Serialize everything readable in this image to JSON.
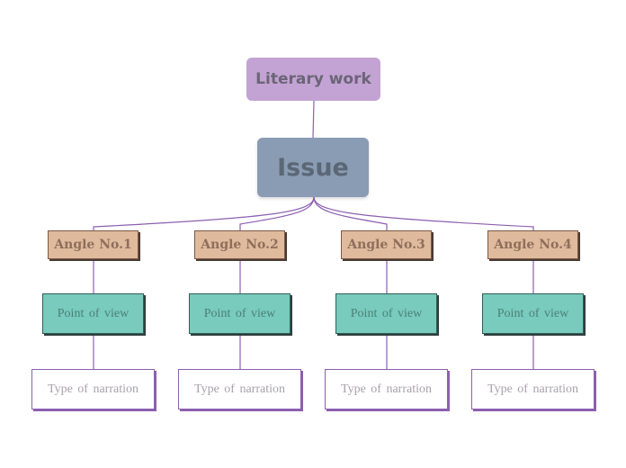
{
  "diagram": {
    "root": {
      "label": "Literary work"
    },
    "central": {
      "label": "Issue"
    },
    "branches": [
      {
        "angle": "Angle No.1",
        "view": "Point of view",
        "narration": "Type of narration"
      },
      {
        "angle": "Angle No.2",
        "view": "Point of view",
        "narration": "Type of narration"
      },
      {
        "angle": "Angle No.3",
        "view": "Point of view",
        "narration": "Type of narration"
      },
      {
        "angle": "Angle No.4",
        "view": "Point of view",
        "narration": "Type of narration"
      }
    ],
    "colors": {
      "root_fill": "#c3a3d3",
      "central_fill": "#8a9cb3",
      "angle_fill": "#dfba9d",
      "view_fill": "#78cbbd",
      "narration_border": "#8c5fb0",
      "connector": "#8c5fb0"
    }
  }
}
